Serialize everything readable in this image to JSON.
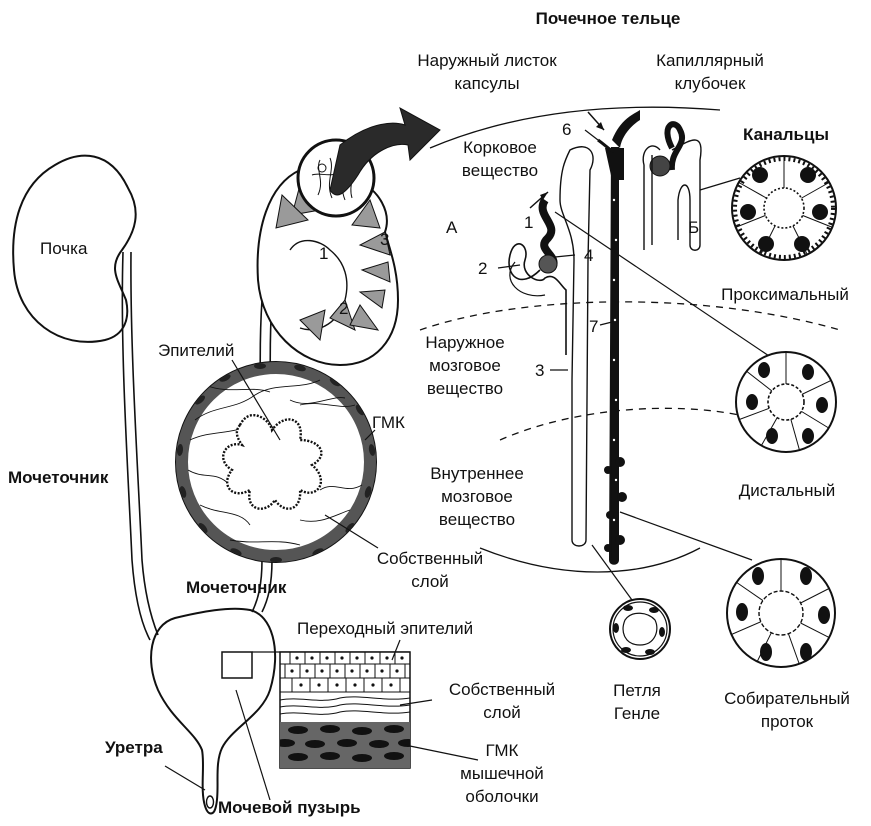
{
  "diagram": {
    "labels": {
      "renal_corpuscle": "Почечное тельце",
      "outer_capsule_1": "Наружный листок",
      "outer_capsule_2": "капсулы",
      "capillary_1": "Капиллярный",
      "capillary_2": "клубочек",
      "tubules": "Канальцы",
      "cortex_1": "Корковое",
      "cortex_2": "вещество",
      "kidney": "Почка",
      "letter_a": "А",
      "letter_b": "Б",
      "proximal": "Проксимальный",
      "outer_medulla_1": "Наружное",
      "outer_medulla_2": "мозговое",
      "outer_medulla_3": "вещество",
      "epithelium": "Эпителий",
      "smc": "ГМК",
      "distal": "Дистальный",
      "inner_medulla_1": "Внутреннее",
      "inner_medulla_2": "мозговое",
      "inner_medulla_3": "вещество",
      "ureter_left": "Мочеточник",
      "lamina_propria_1_a": "Собственный",
      "lamina_propria_1_b": "слой",
      "ureter_center": "Мочеточник",
      "transitional_epithelium": "Переходный эпителий",
      "lamina_propria_2_a": "Собственный",
      "lamina_propria_2_b": "слой",
      "henle_1": "Петля",
      "henle_2": "Генле",
      "collecting_1": "Собирательный",
      "collecting_2": "проток",
      "urethra": "Уретра",
      "smc_muscular_1": "ГМК",
      "smc_muscular_2": "мышечной",
      "smc_muscular_3": "оболочки",
      "bladder": "Мочевой пузырь"
    },
    "numbers": {
      "n1_kidney": "1",
      "n2_kidney": "2",
      "n3_kidney": "3",
      "n1_nephron": "1",
      "n2_nephron": "2",
      "n3_nephron": "3",
      "n4_nephron": "4",
      "n6_nephron": "6",
      "n7_nephron": "7"
    },
    "colors": {
      "ink": "#111111",
      "wall_gray": "#555555",
      "pyramid_gray": "#9a9a9a",
      "arrow_dark": "#2a2a2a"
    }
  }
}
